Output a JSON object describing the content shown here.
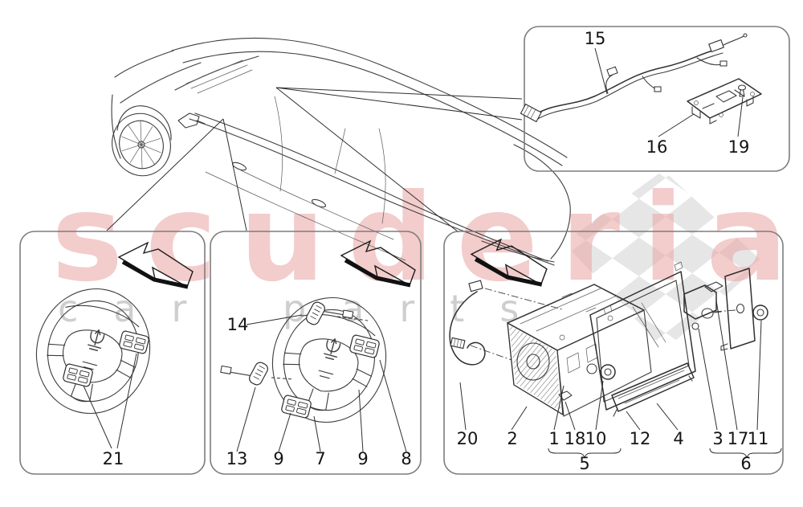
{
  "watermark": {
    "brand": "scuderia",
    "word_car": "car",
    "word_parts": "parts"
  },
  "callouts": {
    "harness_panel": {
      "n15": "15",
      "n16": "16",
      "n19": "19"
    },
    "wheel_panel": {
      "n21": "21"
    },
    "wheel_detail_panel": {
      "n14": "14",
      "n13": "13",
      "n9a": "9",
      "n7": "7",
      "n9b": "9",
      "n8": "8"
    },
    "headunit_panel": {
      "n20": "20",
      "n2": "2",
      "n1": "1",
      "n18": "18",
      "n10": "10",
      "n12": "12",
      "n4": "4",
      "n3": "3",
      "n17": "17",
      "n11": "11",
      "g5": "5",
      "g6": "6"
    }
  },
  "colors": {
    "brand_pink": "#eba4a4",
    "letters_gray": "#c9c9c9",
    "checker_gray": "#d7d7d7",
    "panel_border": "#7d7d7d",
    "line_art": "#3c3c3c",
    "background": "#ffffff"
  }
}
